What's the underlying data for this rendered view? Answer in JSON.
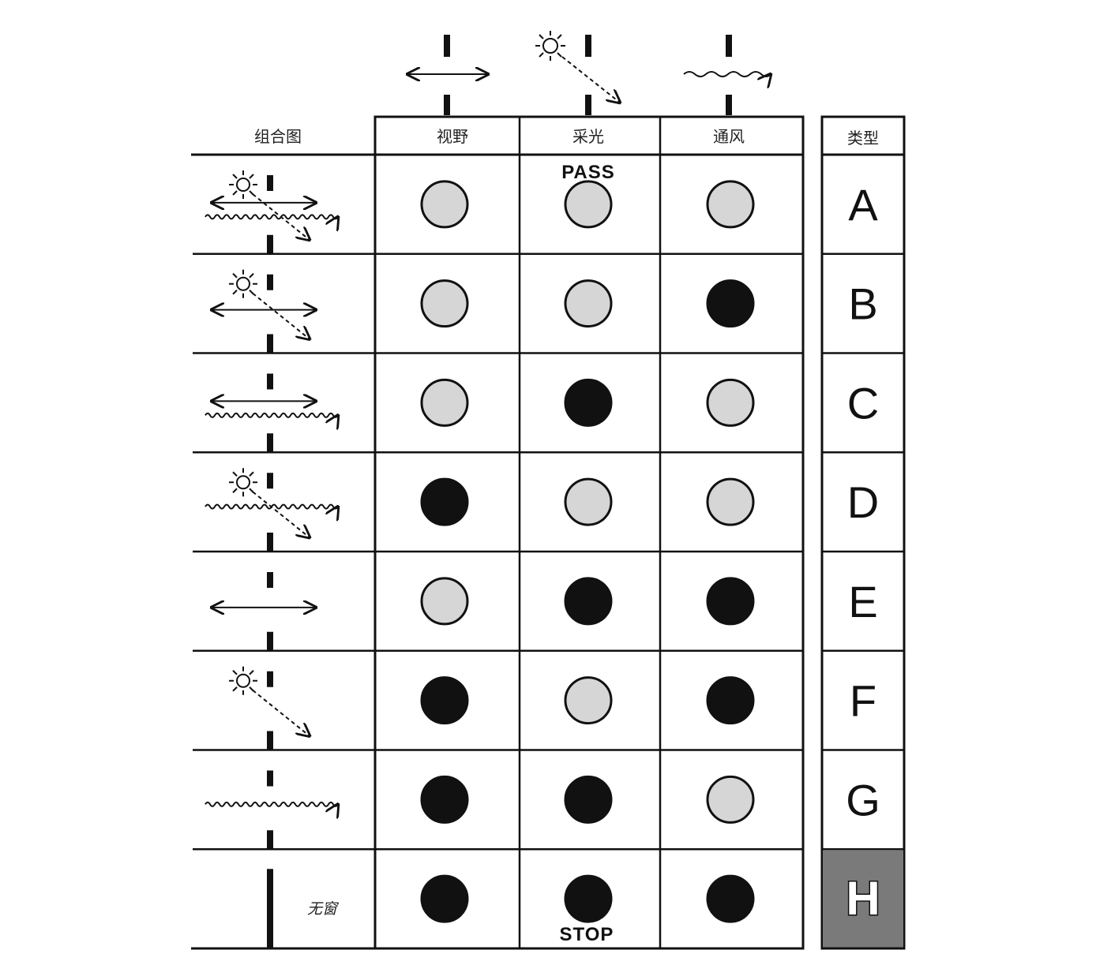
{
  "header": {
    "combo_label": "组合图",
    "columns": [
      "视野",
      "采光",
      "通风"
    ],
    "type_label": "类型"
  },
  "stamps": {
    "top": "PASS",
    "bottom": "STOP"
  },
  "no_window_label": "无窗",
  "colors": {
    "pass": "#d6d6d6",
    "stop": "#111111",
    "line": "#111111",
    "highlight": "#7a7a7a"
  },
  "rows": [
    {
      "type": "A",
      "view": true,
      "light": true,
      "vent": true,
      "icons": [
        "sun",
        "view",
        "wind"
      ]
    },
    {
      "type": "B",
      "view": true,
      "light": true,
      "vent": false,
      "icons": [
        "sun",
        "view"
      ]
    },
    {
      "type": "C",
      "view": true,
      "light": false,
      "vent": true,
      "icons": [
        "view",
        "wind"
      ]
    },
    {
      "type": "D",
      "view": false,
      "light": true,
      "vent": true,
      "icons": [
        "sun",
        "wind"
      ]
    },
    {
      "type": "E",
      "view": true,
      "light": false,
      "vent": false,
      "icons": [
        "view"
      ]
    },
    {
      "type": "F",
      "view": false,
      "light": true,
      "vent": false,
      "icons": [
        "sun"
      ]
    },
    {
      "type": "G",
      "view": false,
      "light": false,
      "vent": true,
      "icons": [
        "wind"
      ]
    },
    {
      "type": "H",
      "view": false,
      "light": false,
      "vent": false,
      "icons": [
        "none"
      ],
      "highlight": true
    }
  ]
}
